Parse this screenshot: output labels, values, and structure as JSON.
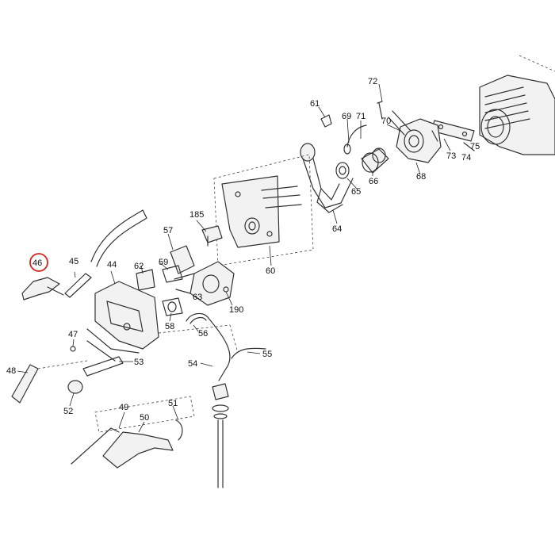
{
  "diagram": {
    "highlight_color": "#d8231b",
    "line_color": "#333333",
    "highlighted_callout": "46",
    "callouts": {
      "c46": "46",
      "c45": "45",
      "c44": "44",
      "c62": "62",
      "c59": "59",
      "c57": "57",
      "c185": "185",
      "c190": "190",
      "c60": "60",
      "c61": "61",
      "c69": "69",
      "c71": "71",
      "c72": "72",
      "c70": "70",
      "c73": "73",
      "c74": "74",
      "c75": "75",
      "c68": "68",
      "c66": "66",
      "c65": "65",
      "c64": "64",
      "c63": "63",
      "c58": "58",
      "c56": "56",
      "c55": "55",
      "c54": "54",
      "c53": "53",
      "c52": "52",
      "c47": "47",
      "c48": "48",
      "c49": "49",
      "c50": "50",
      "c51": "51"
    }
  }
}
